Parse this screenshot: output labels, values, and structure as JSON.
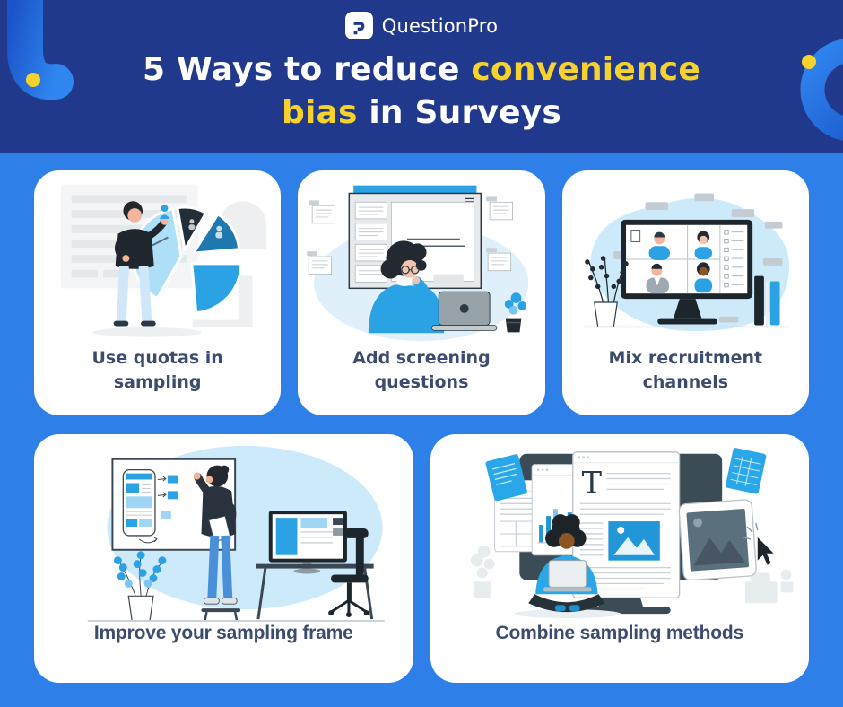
{
  "page": {
    "background": "#2E80E8"
  },
  "header": {
    "background": "#21398C",
    "accent_yellow": "#F8D22C",
    "brand": "QuestionPro",
    "title": {
      "white1": "5 Ways to reduce",
      "yellow1": "convenience",
      "yellow2": "bias",
      "white2": "in Surveys"
    }
  },
  "cards": [
    {
      "label": "Use quotas in sampling",
      "illustration": "man-presenting-exploded-pie-chart"
    },
    {
      "label": "Add screening questions",
      "illustration": "woman-with-laptop-and-presentation-board"
    },
    {
      "label": "Mix recruitment channels",
      "illustration": "monitor-with-video-conference-grid"
    },
    {
      "label": "Improve your sampling frame",
      "illustration": "man-at-whiteboard-with-wireframes-and-desk"
    },
    {
      "label": "Combine sampling methods",
      "illustration": "person-with-laptop-in-front-of-document-monitor"
    }
  ],
  "colors": {
    "illustration_blue": "#2AA2E3",
    "illustration_dark": "#222E38",
    "illustration_light_blue": "#CDEAFA",
    "card_text": "#3D4B6E"
  }
}
